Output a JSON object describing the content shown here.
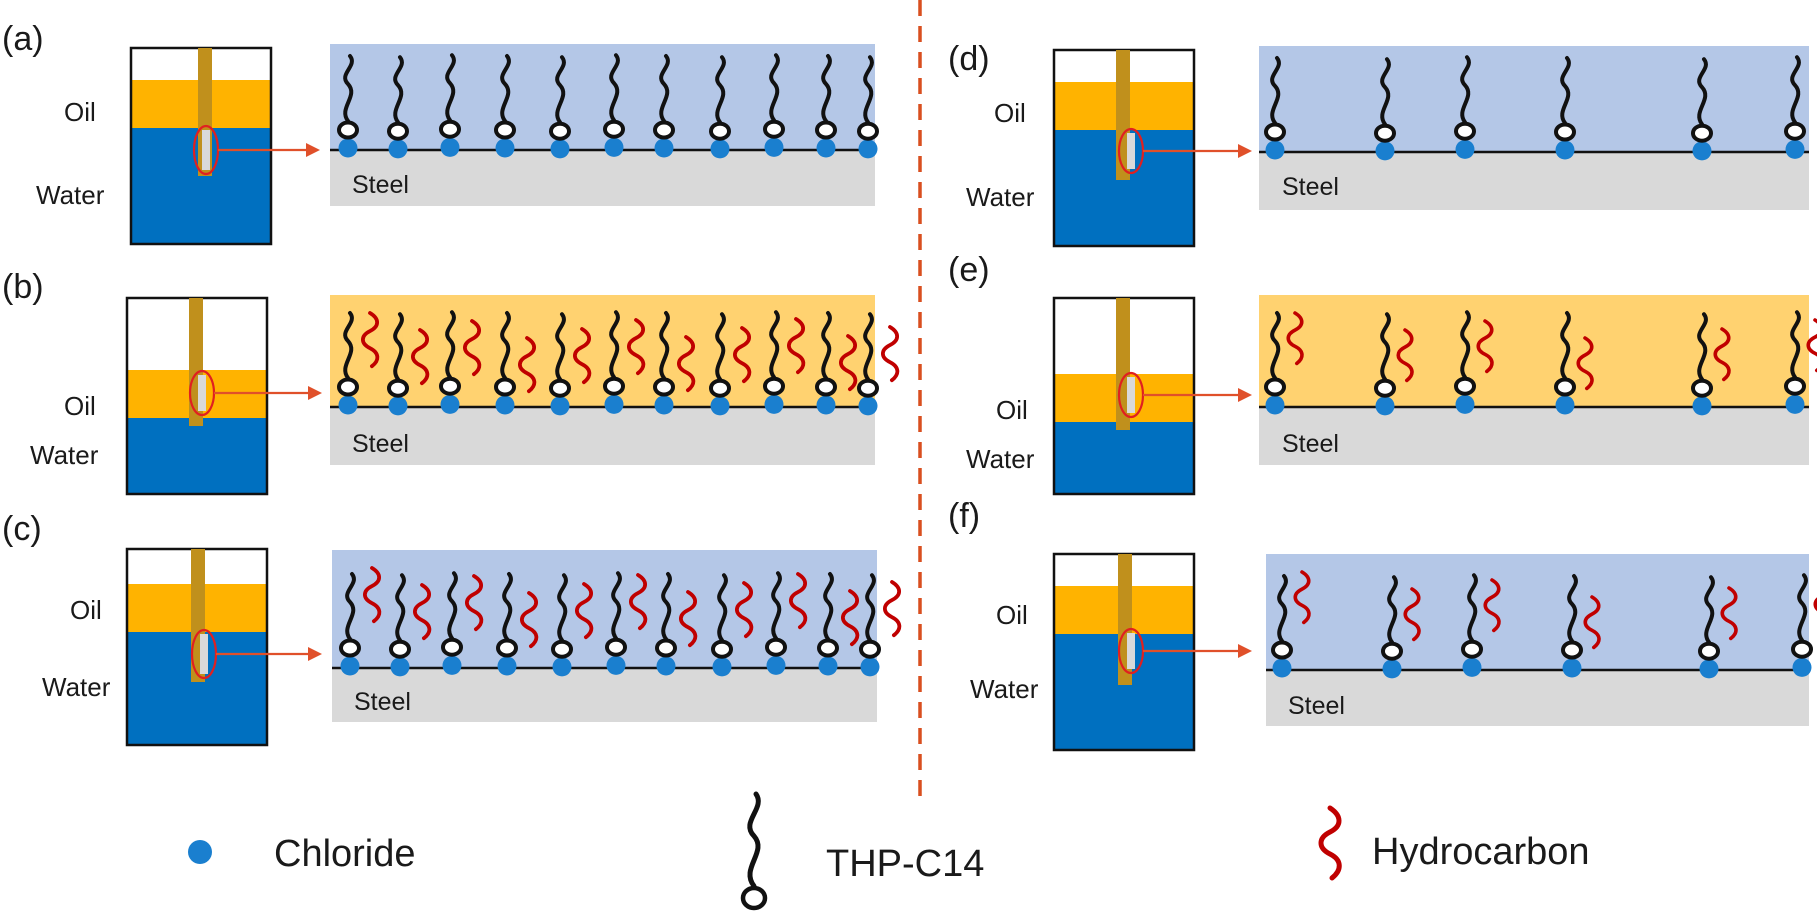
{
  "colors": {
    "water": "#0070c0",
    "oil": "#ffb300",
    "oil_band": "#ffd270",
    "water_band": "#b4c7e7",
    "steel": "#d9d9d9",
    "rod": "#c0901c",
    "chloride": "#1a7fcf",
    "chain": "#111111",
    "hydrocarbon": "#c00000",
    "arrow": "#e0502a",
    "divider": "#d94f1f"
  },
  "labels": {
    "oil": "Oil",
    "water": "Water",
    "steel": "Steel"
  },
  "panels": [
    {
      "id": "a",
      "label": "(a)",
      "environment": "water",
      "hydrocarbon": false,
      "density": "dense"
    },
    {
      "id": "b",
      "label": "(b)",
      "environment": "oil",
      "hydrocarbon": true,
      "density": "dense"
    },
    {
      "id": "c",
      "label": "(c)",
      "environment": "water",
      "hydrocarbon": true,
      "density": "dense"
    },
    {
      "id": "d",
      "label": "(d)",
      "environment": "water",
      "hydrocarbon": false,
      "density": "sparse"
    },
    {
      "id": "e",
      "label": "(e)",
      "environment": "oil",
      "hydrocarbon": true,
      "density": "sparse"
    },
    {
      "id": "f",
      "label": "(f)",
      "environment": "water",
      "hydrocarbon": true,
      "density": "sparse"
    }
  ],
  "legend": [
    {
      "key": "chloride",
      "label": "Chloride",
      "icon": "chloride-dot-icon"
    },
    {
      "key": "thp",
      "label": "THP-C14",
      "icon": "thp-c14-molecule-icon"
    },
    {
      "key": "hydrocarbon",
      "label": "Hydrocarbon",
      "icon": "hydrocarbon-squiggle-icon"
    }
  ]
}
